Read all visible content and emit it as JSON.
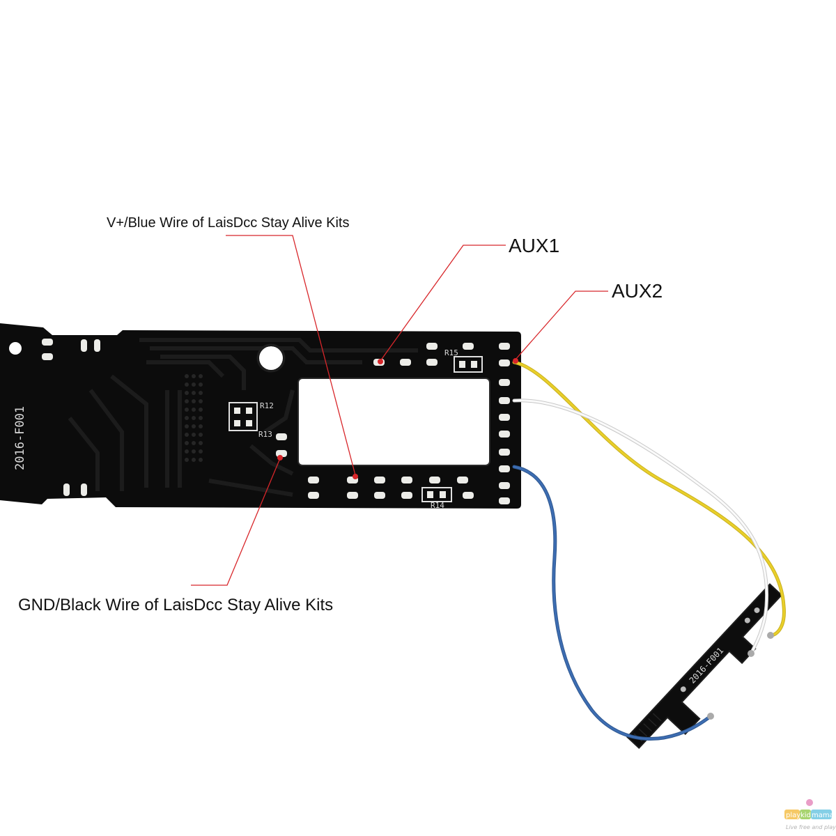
{
  "labels": {
    "vplus": "V+/Blue Wire of LaisDcc Stay Alive Kits",
    "aux1": "AUX1",
    "aux2": "AUX2",
    "gnd": "GND/Black Wire of LaisDcc Stay Alive Kits"
  },
  "silkscreen": {
    "board_id": "2016-F001",
    "r12": "R12",
    "r13": "R13",
    "r14": "R14",
    "r15": "R15",
    "small_board_id": "2016-F001"
  },
  "watermark": {
    "brand_a": "play",
    "brand_b": "kid",
    "brand_c": "mama",
    "tagline": "Live free and play"
  },
  "colors": {
    "pcb": "#0c0c0c",
    "pad": "#ecece8",
    "leader": "#d8262a",
    "wire_yellow": "#e9cf2a",
    "wire_white": "#fafafa",
    "wire_blue": "#3d6db2"
  }
}
